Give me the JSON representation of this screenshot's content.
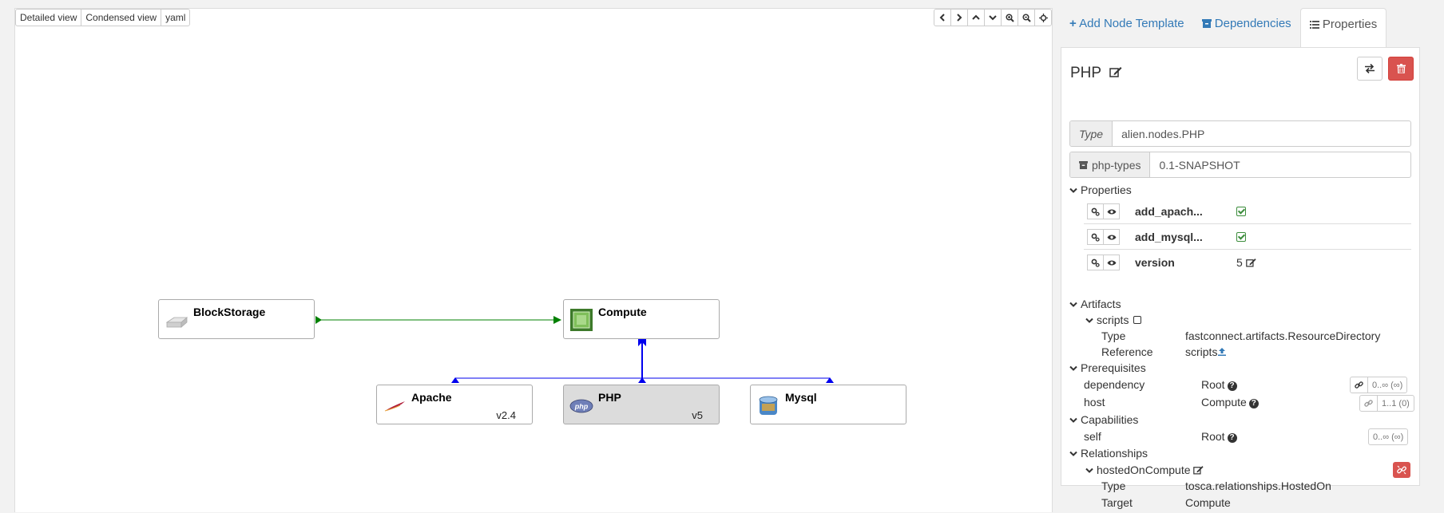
{
  "view_tabs": [
    "Detailed view",
    "Condensed view",
    "yaml"
  ],
  "nav_icons": [
    "chevron-left-icon",
    "chevron-right-icon",
    "chevron-up-icon",
    "chevron-down-icon",
    "zoom-in-icon",
    "zoom-out-icon",
    "center-icon"
  ],
  "nodes": {
    "blockstorage": {
      "name": "BlockStorage",
      "version": ""
    },
    "compute": {
      "name": "Compute",
      "version": ""
    },
    "apache": {
      "name": "Apache",
      "version": "v2.4"
    },
    "php": {
      "name": "PHP",
      "version": "v5"
    },
    "mysql": {
      "name": "Mysql",
      "version": ""
    }
  },
  "side_tabs": {
    "add_node": "Add Node Template",
    "dependencies": "Dependencies",
    "properties": "Properties"
  },
  "panel": {
    "title": "PHP",
    "type_label": "Type",
    "type_value": "alien.nodes.PHP",
    "archive_label": "php-types",
    "archive_value": "0.1-SNAPSHOT",
    "properties_header": "Properties",
    "properties": [
      {
        "name": "add_apach...",
        "value": ""
      },
      {
        "name": "add_mysql...",
        "value": ""
      },
      {
        "name": "version",
        "value": "5"
      }
    ],
    "artifacts_header": "Artifacts",
    "artifact": {
      "name": "scripts",
      "type_label": "Type",
      "type_value": "fastconnect.artifacts.ResourceDirectory",
      "ref_label": "Reference",
      "ref_value": "scripts"
    },
    "prerequisites_header": "Prerequisites",
    "prerequisites": [
      {
        "name": "dependency",
        "type": "Root",
        "card": "0..∞ (∞)"
      },
      {
        "name": "host",
        "type": "Compute",
        "card": "1..1 (0)"
      }
    ],
    "capabilities_header": "Capabilities",
    "capabilities": [
      {
        "name": "self",
        "type": "Root",
        "card": "0..∞ (∞)"
      }
    ],
    "relationships_header": "Relationships",
    "relationship": {
      "name": "hostedOnCompute",
      "type_label": "Type",
      "type_value": "tosca.relationships.HostedOn",
      "target_label": "Target",
      "target_value": "Compute"
    }
  },
  "colors": {
    "link_blue": "#337ab7",
    "danger": "#d9534f",
    "hosted_on_edge": "#0000ee",
    "depends_edge": "#008000",
    "check_green": "#3c8d3c"
  }
}
